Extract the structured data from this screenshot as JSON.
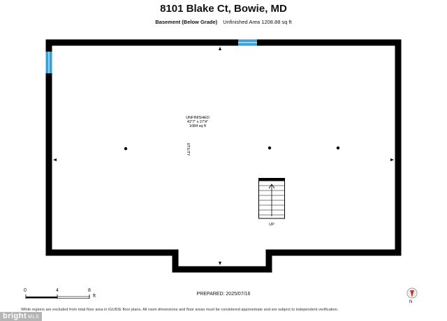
{
  "header": {
    "title": "8101 Blake Ct, Bowie, MD",
    "level_label": "Basement (Below Grade)",
    "area_label": "Unfinished Area 1208.88 sq ft"
  },
  "room": {
    "name": "UNFINISHED",
    "dimensions": "42'7\" x 27'4\"",
    "area": "1084 sq ft"
  },
  "labels": {
    "utility": "UTILITY",
    "stairs": "UP"
  },
  "scale": {
    "ticks": [
      "0",
      "4",
      "8"
    ],
    "unit": "ft"
  },
  "footer": {
    "prepared": "PREPARED: 2025/07/16",
    "disclaimer": "While regions are excluded from total floor area in iGUIDE floor plans. All room dimensions and floor areas must be considered approximate and are subject to independent verification.",
    "compass": "N",
    "watermark": "bright",
    "watermark_suffix": "MLS"
  },
  "colors": {
    "wall": "#000000",
    "window": "#3a9fd6",
    "compass_needle": "#c0392b"
  }
}
